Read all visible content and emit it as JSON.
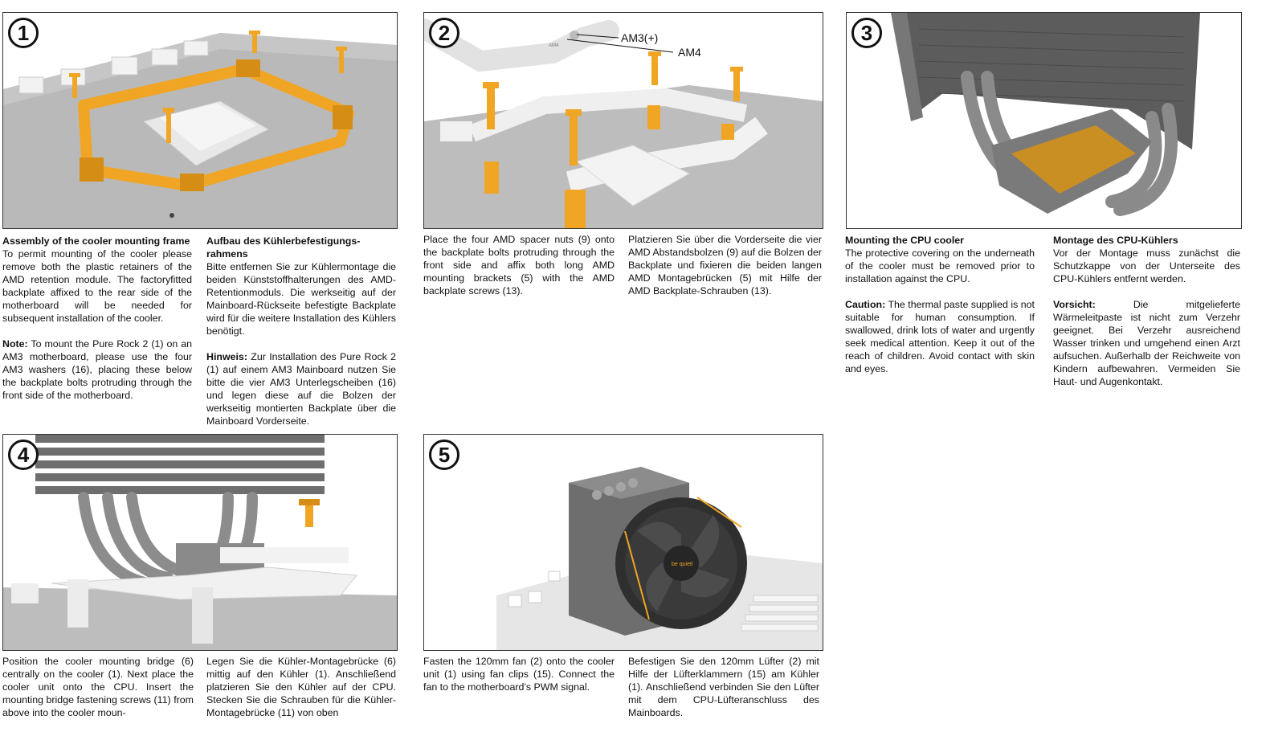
{
  "steps": [
    {
      "number": "1"
    },
    {
      "number": "2",
      "callouts": {
        "am3": "AM3(+)",
        "am4": "AM4",
        "stamp": "AM4"
      }
    },
    {
      "number": "3"
    },
    {
      "number": "4"
    },
    {
      "number": "5",
      "brand": "be quiet!"
    }
  ],
  "step1": {
    "en_title": "Assembly of the cooler mounting frame",
    "en_body": "To permit mounting of the cooler please remove both the plastic retainers of the AMD retention module. The factoryfitted backplate affixed to the rear side of the motherboard will be needed for subsequent installation of the cooler.",
    "en_note_label": "Note:",
    "en_note": " To mount the Pure Rock 2 (1) on an AM3 motherboard, please use the four AM3 washers (16), placing these below the backplate bolts protruding through the front side of the motherboard.",
    "de_title": "Aufbau des Kühlerbefestigungs-rahmens",
    "de_body": "Bitte entfernen Sie zur Kühlermontage die beiden Künststoffhalterungen des AMD-Retentionmoduls. Die werkseitig auf der Mainboard-Rückseite befestigte Backplate wird für die weitere Installation des Kühlers benötigt.",
    "de_note_label": "Hinweis:",
    "de_note": " Zur Installation des Pure Rock 2 (1) auf einem AM3 Mainboard nutzen Sie bitte die vier AM3 Unterlegscheiben (16) und legen diese auf die Bolzen der werkseitig montierten Backplate über die Mainboard Vorderseite."
  },
  "step2": {
    "en_body": "Place the four AMD spacer nuts (9) onto the backplate bolts protruding through the front side and affix both long AMD mounting brackets (5) with the AMD backplate screws (13).",
    "de_body": "Platzieren Sie über die Vorderseite die vier AMD Abstandsbolzen (9) auf die Bolzen der Backplate und fixieren die beiden langen AMD Montagebrücken (5) mit Hilfe der AMD Backplate-Schrauben (13)."
  },
  "step3": {
    "en_title": "Mounting the CPU cooler",
    "en_body": "The protective covering on the underneath of the cooler must be removed prior to installation against the CPU.",
    "en_caution_label": "Caution:",
    "en_caution": " The thermal paste supplied is not suitable for human consumption. If swallowed, drink lots of water and urgently seek medical attention. Keep it out of the reach of children. Avoid contact with skin and eyes.",
    "de_title": "Montage des CPU-Kühlers",
    "de_body": "Vor der Montage muss zunächst die Schutzkappe von der Unterseite des CPU-Kühlers entfernt werden.",
    "de_caution_label": "Vorsicht:",
    "de_caution": " Die mitgelieferte Wärmeleitpaste ist nicht zum Verzehr geeignet. Bei Verzehr ausreichend Wasser trinken und umgehend einen Arzt aufsuchen. Außerhalb der Reichweite von Kindern aufbewahren. Vermeiden Sie Haut- und Augenkontakt."
  },
  "step4": {
    "en_body": "Position the cooler mounting bridge (6) centrally on the cooler (1). Next place the cooler unit onto the CPU. Insert the mounting bridge fastening screws (11) from above into the cooler moun-",
    "de_body": "Legen Sie die Kühler-Montagebrücke (6) mittig auf den Kühler (1). Anschließend platzieren Sie den Kühler auf der CPU. Stecken Sie die Schrauben für die Kühler-Montagebrücke (11) von oben"
  },
  "step5": {
    "en_body": "Fasten the 120mm fan (2) onto the cooler unit (1) using fan clips (15). Connect the fan to the motherboard’s PWM signal.",
    "de_body": "Befestigen Sie den 120mm Lüfter (2) mit Hilfe der Lüfterklammern (15) am Kühler (1). Anschließend verbinden Sie den Lüfter mit dem CPU-Lüfteranschluss des Mainboards."
  },
  "colors": {
    "orange": "#f0a524",
    "board": "#b8b8b8",
    "part": "#ededed",
    "metal": "#6e6e6e",
    "paste": "#c98f22"
  }
}
